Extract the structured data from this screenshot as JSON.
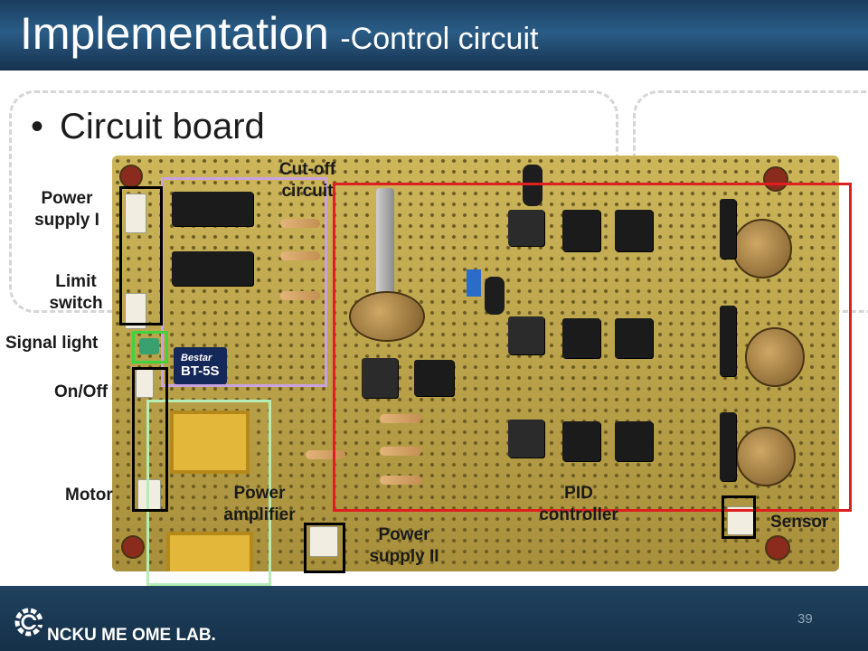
{
  "slide": {
    "title_main": "Implementation",
    "title_sub": "-Control circuit",
    "bullet_char": "•",
    "bullet_text": "Circuit board",
    "page_number": "39",
    "footer_text": "NCKU ME OME LAB."
  },
  "photo": {
    "relay_text_1": "Bestar",
    "relay_text_2": "BT-5S"
  },
  "annotations": {
    "power_supply_1": [
      "Power",
      "supply I"
    ],
    "limit_switch": [
      "Limit",
      "switch"
    ],
    "signal_light": "Signal light",
    "on_off": "On/Off",
    "motor": "Motor",
    "cutoff_circuit": [
      "Cut-off",
      "circuit"
    ],
    "power_amplifier": [
      "Power",
      "amplifier"
    ],
    "power_supply_2": [
      "Power",
      "supply II"
    ],
    "pid_controller": [
      "PID",
      "controller"
    ],
    "sensor": "Sensor"
  },
  "colors": {
    "header": "#234b70",
    "highlight_red": "#e02020",
    "highlight_purple": "#c9a2e0",
    "highlight_green": "#3fd43f",
    "highlight_lightgreen": "#b6ecb6",
    "highlight_black": "#000000"
  }
}
